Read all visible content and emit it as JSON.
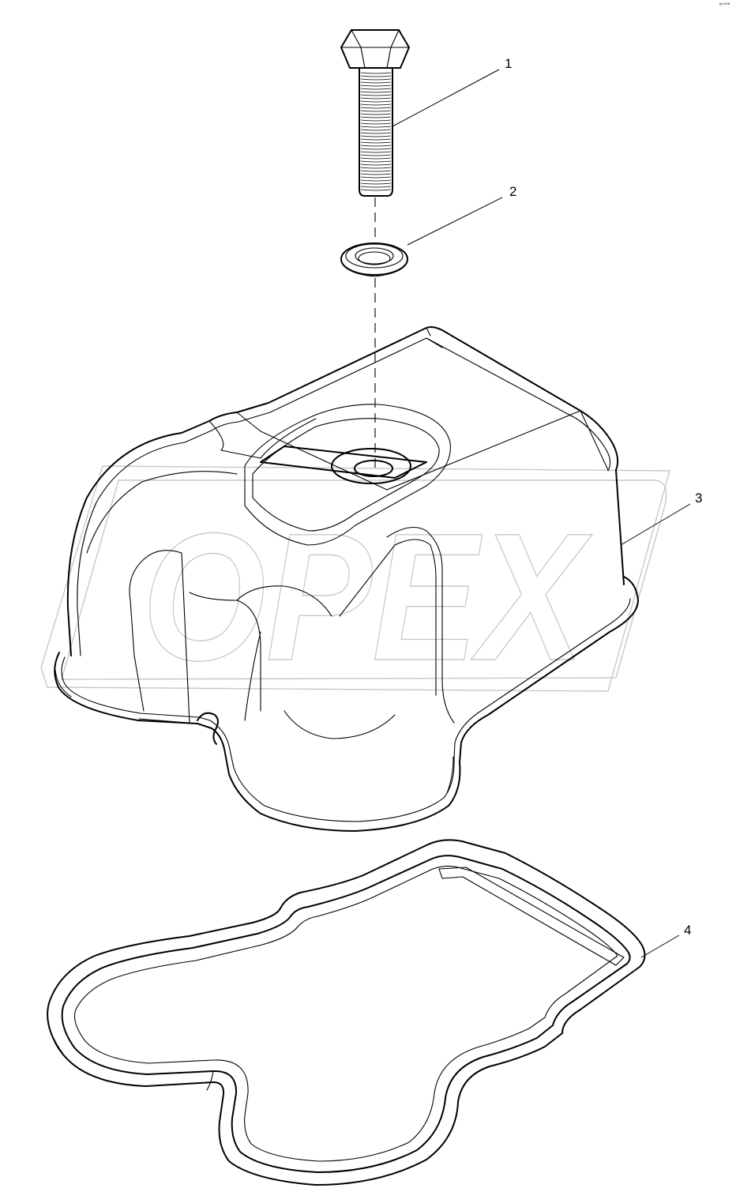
{
  "corner_mark": "ᴄᴺ ᴬᴼᴺ",
  "watermark_text": "OPEX",
  "parts": [
    {
      "number": "1",
      "icon": "bolt-icon"
    },
    {
      "number": "2",
      "icon": "washer-icon"
    },
    {
      "number": "3",
      "icon": "valve-cover-icon"
    },
    {
      "number": "4",
      "icon": "gasket-icon"
    }
  ],
  "colors": {
    "line": "#000000",
    "watermark": "#c8c8c8",
    "background": "#ffffff"
  }
}
